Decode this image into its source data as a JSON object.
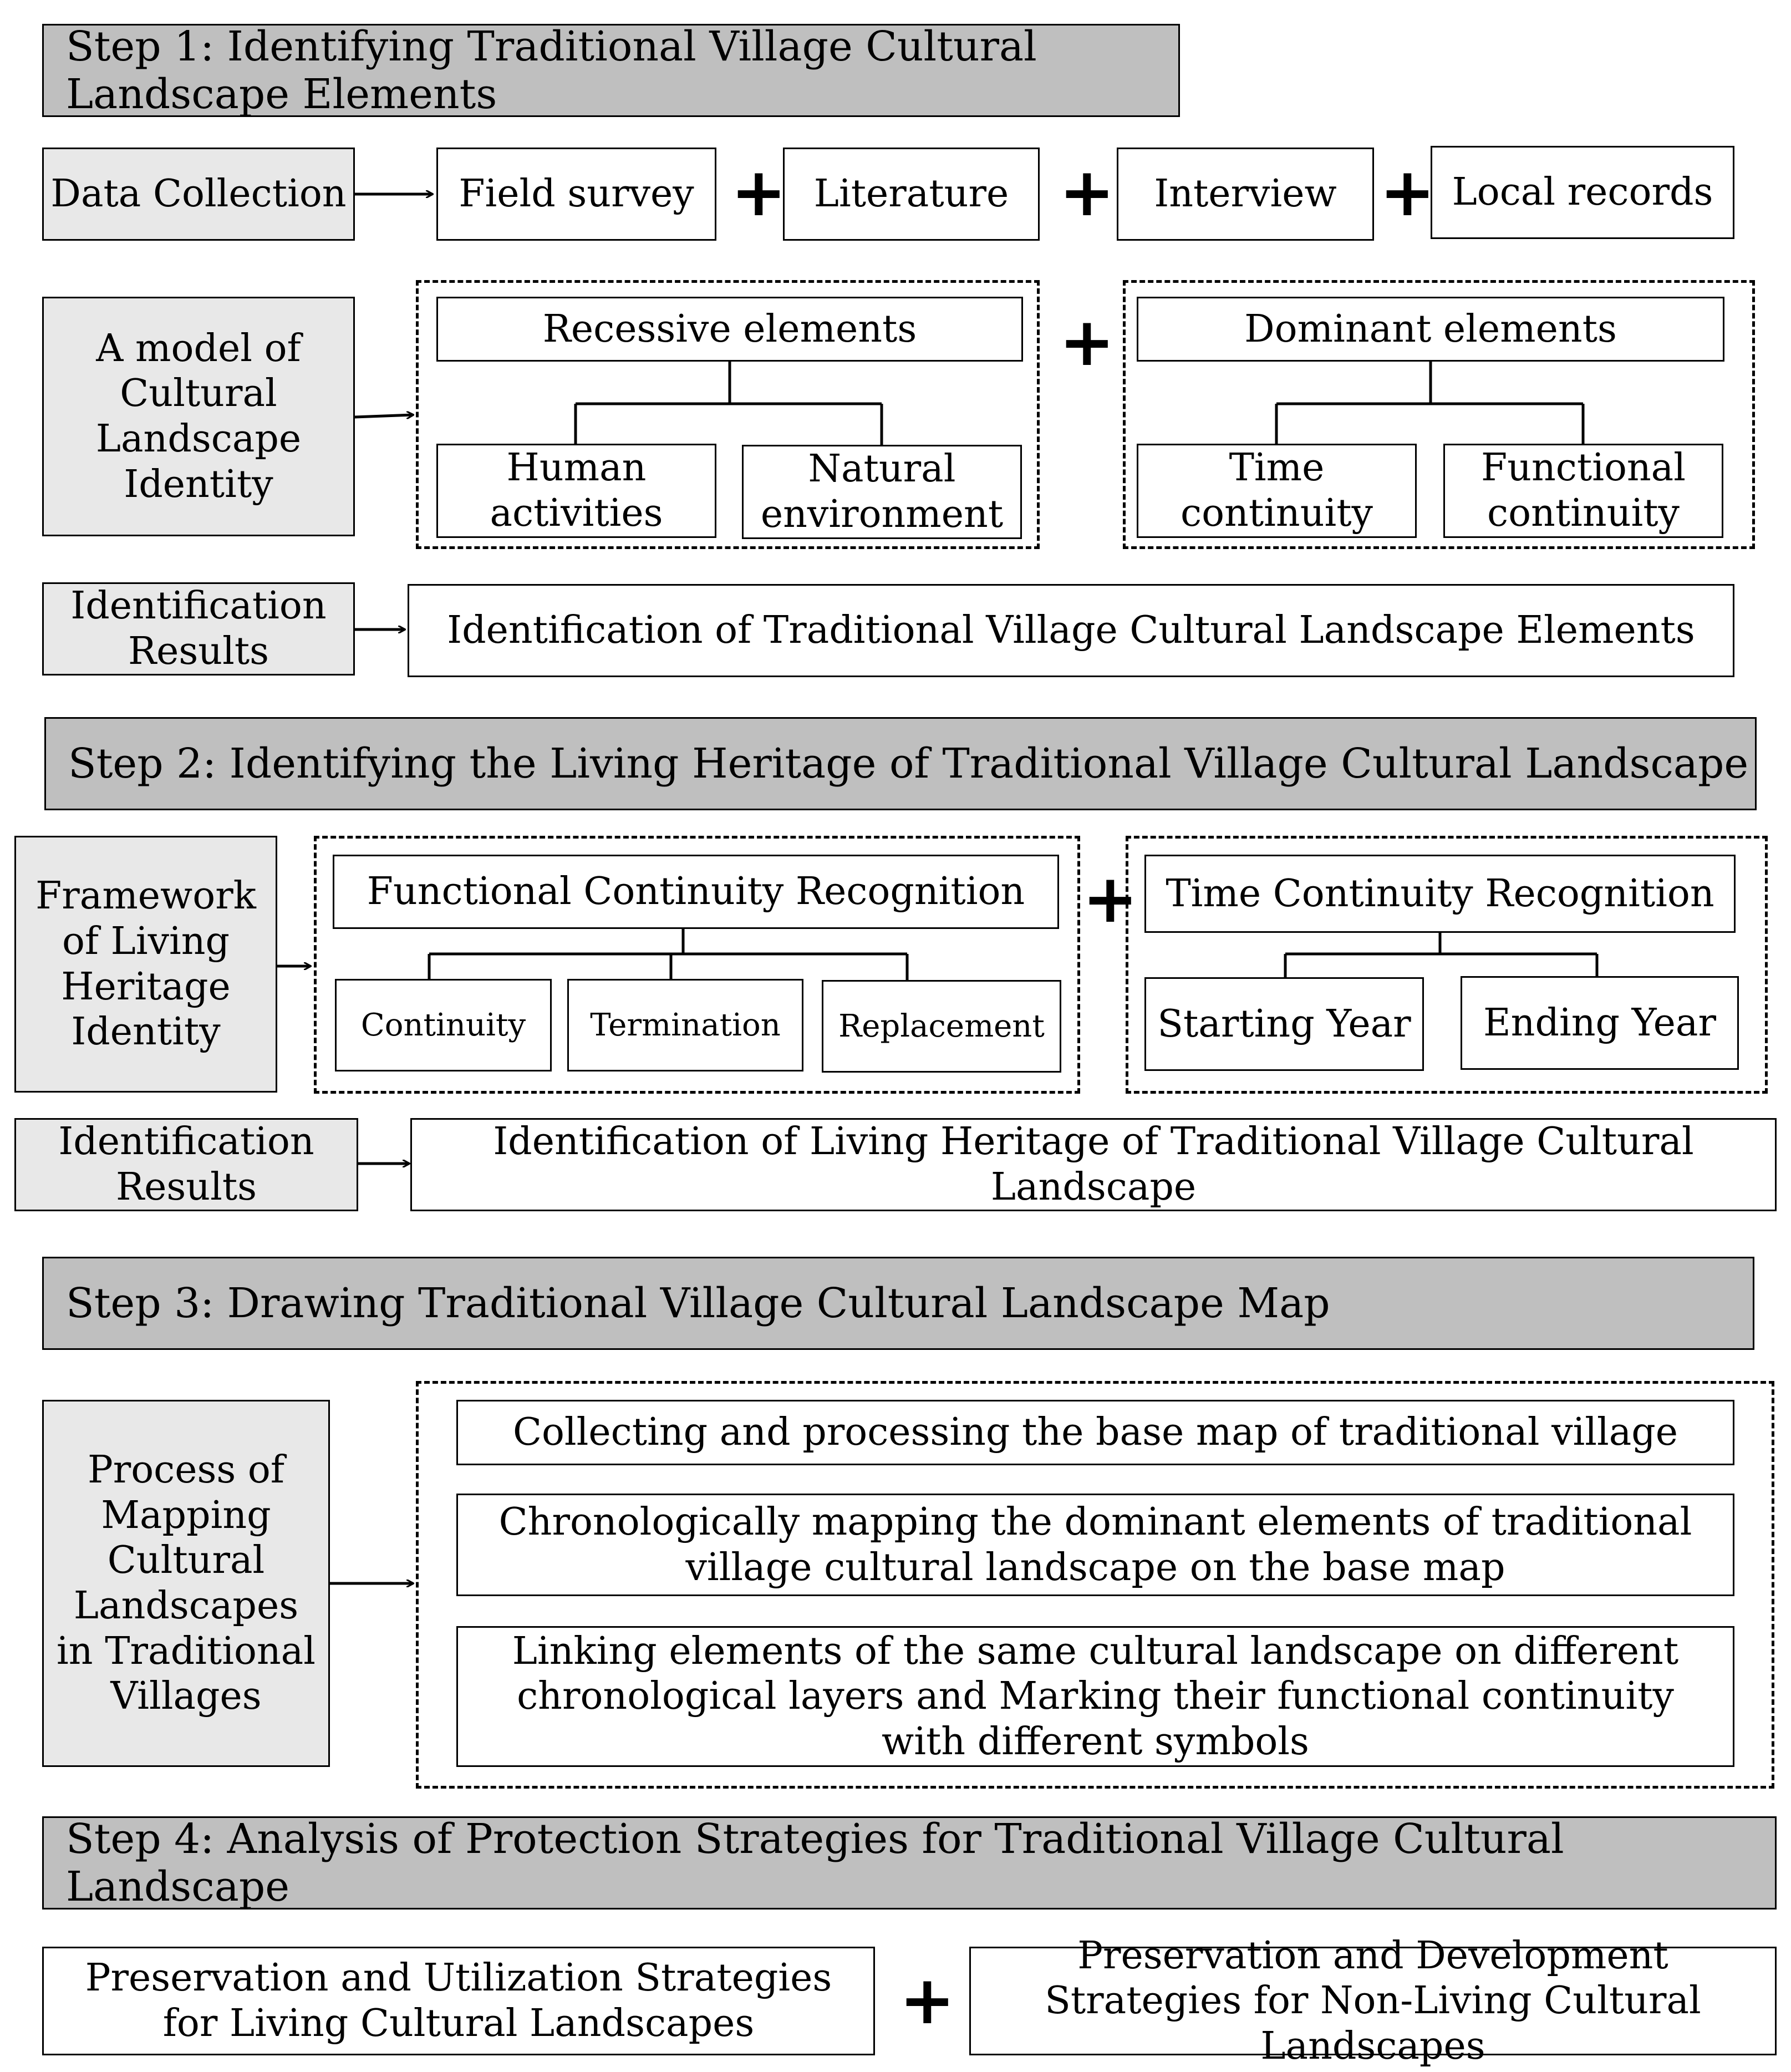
{
  "step1": {
    "title": "Step 1: Identifying Traditional Village Cultural Landscape Elements",
    "data_collection": {
      "label": "Data Collection",
      "sources": [
        "Field survey",
        "Literature",
        "Interview",
        "Local records"
      ]
    },
    "model": {
      "label": "A model of Cultural Landscape Identity",
      "recessive": {
        "title": "Recessive elements",
        "children": [
          "Human activities",
          "Natural environment"
        ]
      },
      "dominant": {
        "title": "Dominant elements",
        "children": [
          "Time continuity",
          "Functional continuity"
        ]
      }
    },
    "results": {
      "label": "Identification Results",
      "text": "Identification of Traditional Village Cultural Landscape Elements"
    }
  },
  "step2": {
    "title": "Step 2: Identifying the Living Heritage of Traditional Village Cultural Landscape",
    "framework": {
      "label": "Framework of Living Heritage Identity",
      "functional": {
        "title": "Functional Continuity Recognition",
        "children": [
          "Continuity",
          "Termination",
          "Replacement"
        ]
      },
      "time": {
        "title": "Time Continuity Recognition",
        "children": [
          "Starting Year",
          "Ending Year"
        ]
      }
    },
    "results": {
      "label": "Identification Results",
      "text": "Identification of Living Heritage of Traditional Village Cultural Landscape"
    }
  },
  "step3": {
    "title": "Step 3: Drawing Traditional Village Cultural Landscape Map",
    "process": {
      "label": "Process of Mapping Cultural Landscapes in Traditional Villages",
      "items": [
        "Collecting and processing the base map of traditional village",
        "Chronologically mapping the dominant elements of traditional village cultural landscape on the base map",
        "Linking elements of the same cultural landscape on different chronological layers and Marking their functional continuity with different symbols"
      ]
    }
  },
  "step4": {
    "title": "Step 4: Analysis of Protection Strategies for Traditional Village Cultural Landscape",
    "strategies": [
      "Preservation and Utilization Strategies for Living Cultural Landscapes",
      "Preservation and Development Strategies for Non-Living Cultural Landscapes"
    ]
  },
  "symbols": {
    "plus": "+"
  }
}
